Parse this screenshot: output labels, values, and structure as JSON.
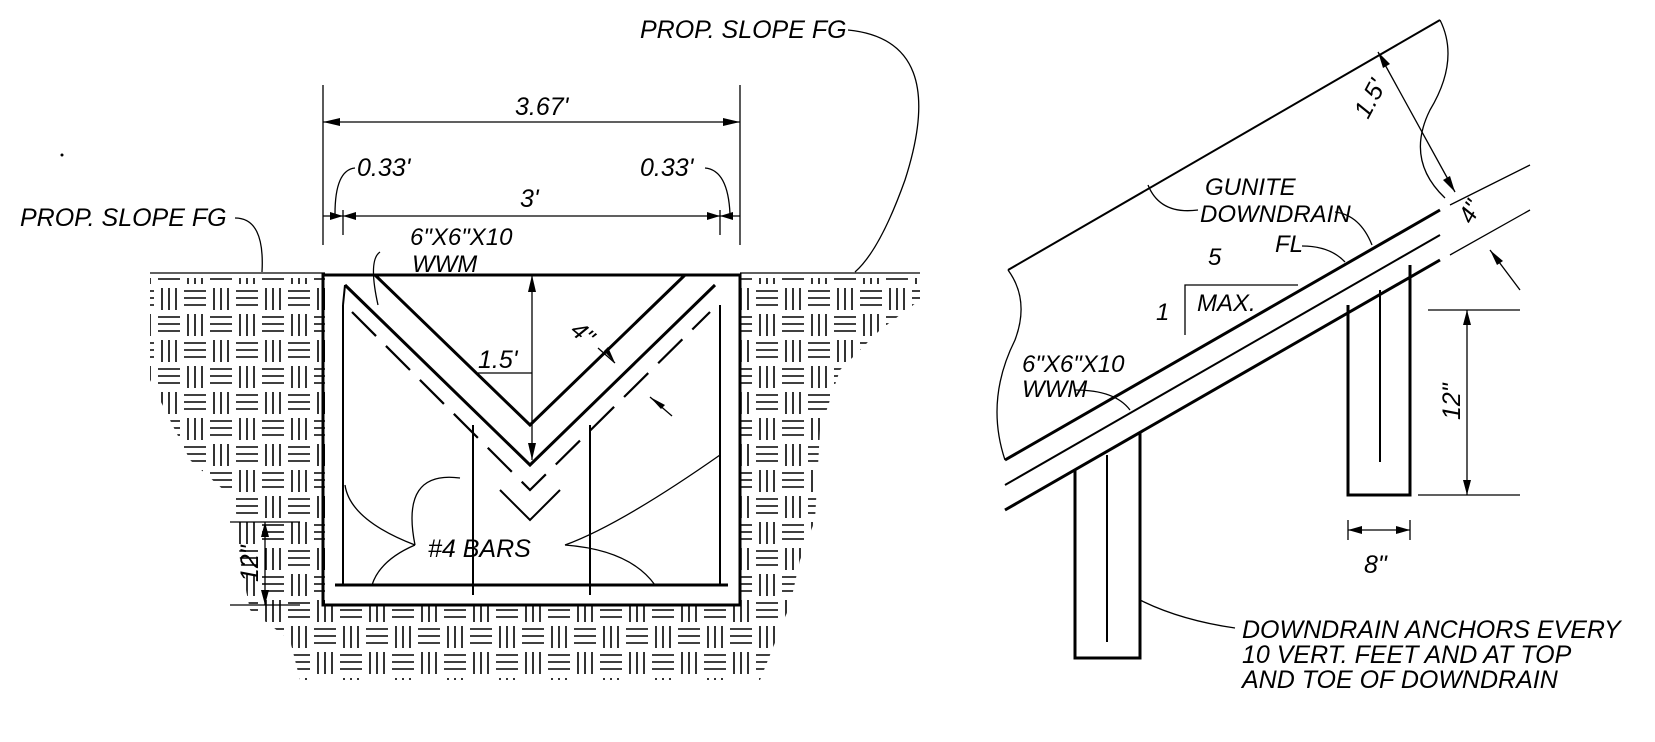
{
  "left_section": {
    "slope_label_left": "PROP. SLOPE FG",
    "slope_label_right": "PROP. SLOPE FG",
    "dim_total_width": "3.67'",
    "dim_left_thickness": "0.33'",
    "dim_right_thickness": "0.33'",
    "dim_inner_width": "3'",
    "wwm_label_line1": "6\"X6\"X10",
    "wwm_label_line2": "WWM",
    "dim_depth": "1.5'",
    "dim_lining_thickness": "4\"",
    "bars_label": "#4 BARS",
    "dim_embed_depth": "12\""
  },
  "right_section": {
    "dim_slope_depth": "1.5'",
    "gunite_label_line1": "GUNITE",
    "gunite_label_line2": "DOWNDRAIN",
    "fl_label": "FL",
    "slope_run": "5",
    "slope_rise": "1",
    "slope_max": "MAX.",
    "dim_thickness": "4\"",
    "wwm_label_line1": "6\"X6\"X10",
    "wwm_label_line2": "WWM",
    "dim_anchor_depth": "12\"",
    "dim_anchor_width": "8\"",
    "anchors_note_line1": "DOWNDRAIN ANCHORS EVERY",
    "anchors_note_line2": "10 VERT. FEET AND AT TOP",
    "anchors_note_line3": "AND TOE OF DOWNDRAIN"
  },
  "colors": {
    "line": "#000000",
    "background": "#ffffff"
  }
}
